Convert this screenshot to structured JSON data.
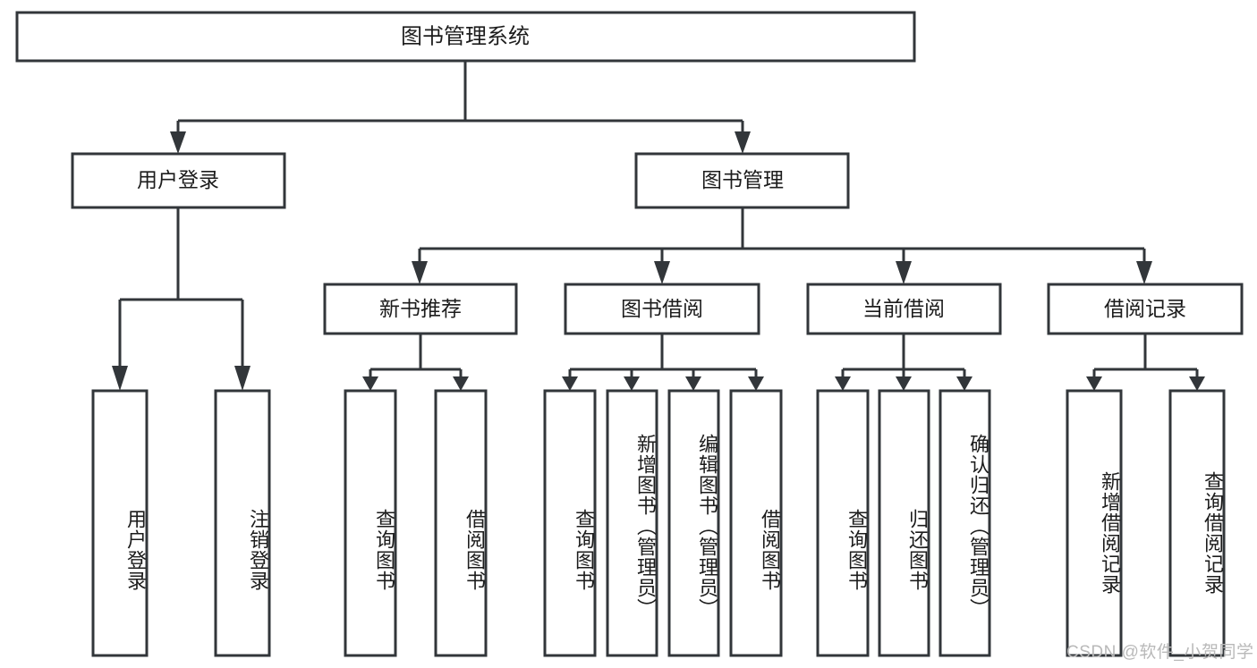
{
  "diagram": {
    "type": "tree-hierarchy",
    "title": "图书管理系统",
    "orientation": "top-down",
    "colors": {
      "stroke": "#32363a",
      "fill": "#ffffff",
      "text": "#1c1c1c",
      "watermark": "#b9b9b9",
      "background": "#ffffff"
    },
    "levels": {
      "root": {
        "label": "图书管理系统"
      },
      "level2": [
        {
          "id": "user-login",
          "label": "用户登录"
        },
        {
          "id": "book-manage",
          "label": "图书管理"
        }
      ],
      "level3": [
        {
          "id": "new-book-rec",
          "label": "新书推荐",
          "parent": "book-manage"
        },
        {
          "id": "book-borrow",
          "label": "图书借阅",
          "parent": "book-manage"
        },
        {
          "id": "current-borrow",
          "label": "当前借阅",
          "parent": "book-manage"
        },
        {
          "id": "borrow-record",
          "label": "借阅记录",
          "parent": "book-manage"
        }
      ],
      "leaves": [
        {
          "id": "leaf-user-login",
          "label": "用户登录",
          "parent": "user-login"
        },
        {
          "id": "leaf-user-logout",
          "label": "注销登录",
          "parent": "user-login"
        },
        {
          "id": "leaf-query-book-1",
          "label": "查询图书",
          "parent": "new-book-rec"
        },
        {
          "id": "leaf-borrow-book-1",
          "label": "借阅图书",
          "parent": "new-book-rec"
        },
        {
          "id": "leaf-query-book-2",
          "label": "查询图书",
          "parent": "book-borrow"
        },
        {
          "id": "leaf-add-book",
          "label": "新增图书（管理员）",
          "parent": "book-borrow"
        },
        {
          "id": "leaf-edit-book",
          "label": "编辑图书（管理员）",
          "parent": "book-borrow"
        },
        {
          "id": "leaf-borrow-book-2",
          "label": "借阅图书",
          "parent": "book-borrow"
        },
        {
          "id": "leaf-query-book-3",
          "label": "查询图书",
          "parent": "current-borrow"
        },
        {
          "id": "leaf-return-book",
          "label": "归还图书",
          "parent": "current-borrow"
        },
        {
          "id": "leaf-confirm-return",
          "label": "确认归还（管理员）",
          "parent": "current-borrow"
        },
        {
          "id": "leaf-add-record",
          "label": "新增借阅记录",
          "parent": "borrow-record"
        },
        {
          "id": "leaf-query-record",
          "label": "查询借阅记录",
          "parent": "borrow-record"
        }
      ]
    },
    "watermark": "CSDN @软件_小贺同学"
  }
}
